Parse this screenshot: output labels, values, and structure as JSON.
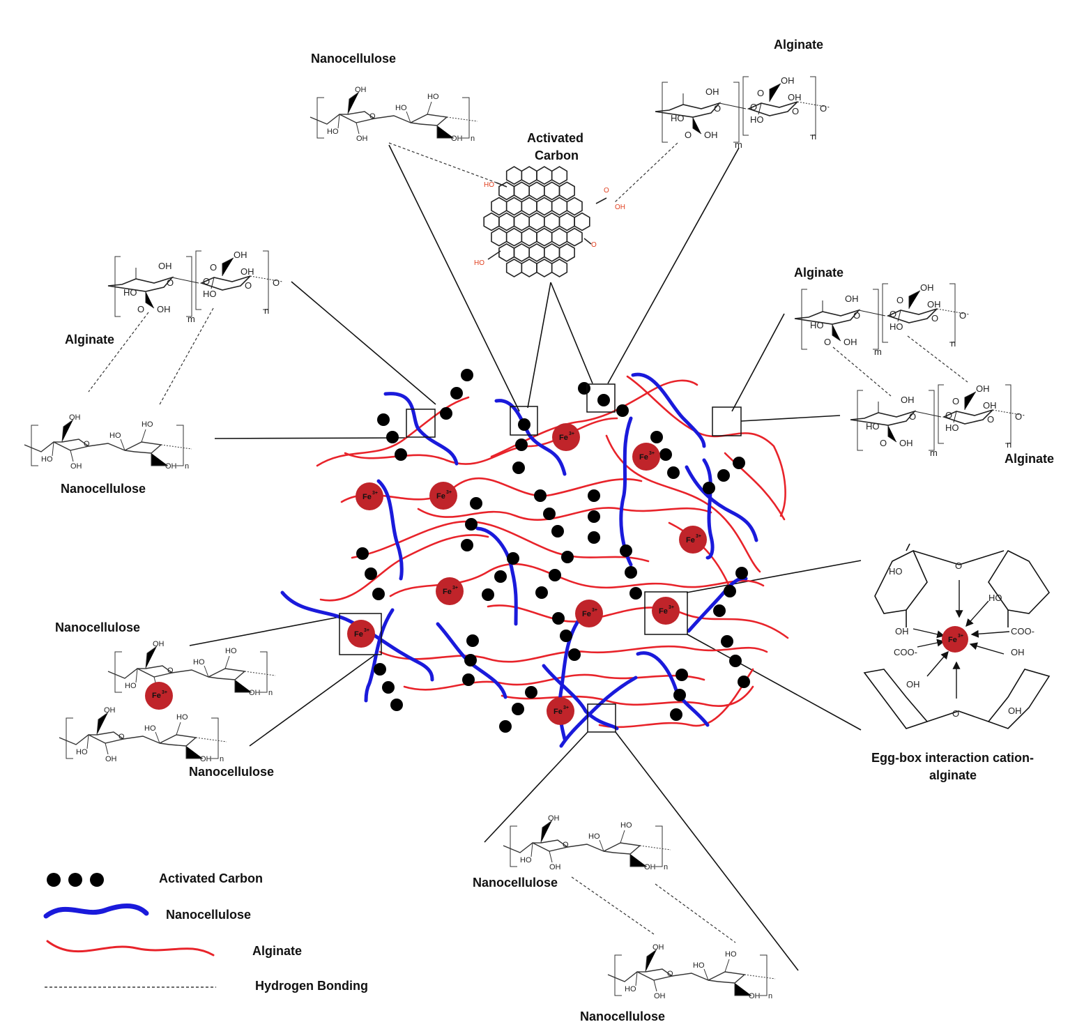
{
  "labels": {
    "nano_top": "Nanocellulose",
    "ac_top_1": "Activated",
    "ac_top_2": "Carbon",
    "alg_top_right": "Alginate",
    "alg_left": "Alginate",
    "nano_left": "Nanocellulose",
    "alg_right_upper": "Alginate",
    "alg_right_lower": "Alginate",
    "nano_lower_left_1": "Nanocellulose",
    "nano_lower_left_2": "Nanocellulose",
    "nano_bottom_1": "Nanocellulose",
    "nano_bottom_2": "Nanocellulose",
    "eggbox_1": "Egg-box interaction cation-",
    "eggbox_2": "alginate"
  },
  "legend": {
    "activated_carbon": "Activated Carbon",
    "nanocellulose": "Nanocellulose",
    "alginate": "Alginate",
    "hydrogen_bonding": "Hydrogen Bonding"
  },
  "chem": {
    "oh": "OH",
    "ho": "HO",
    "o": "O",
    "n": "n",
    "m": "m",
    "coo": "COO-",
    "fe": "Fe",
    "fe_charge": "3+"
  },
  "colors": {
    "alginate": "#e8232a",
    "nanocellulose": "#1a1adb",
    "iron": "#c0242a",
    "carbon": "#000000",
    "carboxyl": "#e04020"
  }
}
